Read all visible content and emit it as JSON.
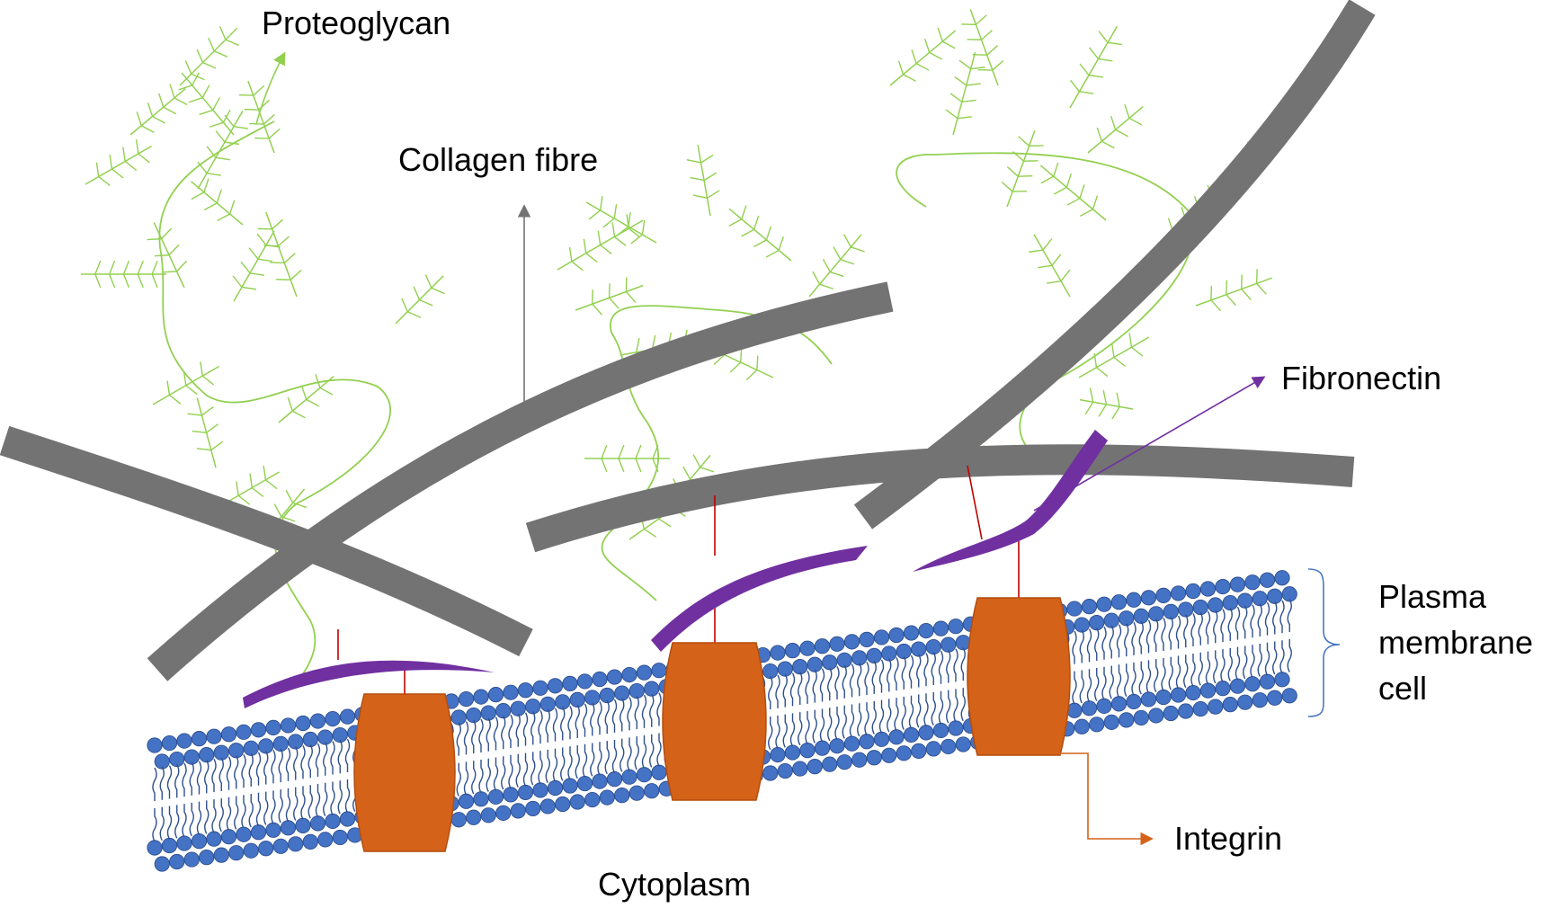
{
  "labels": {
    "proteoglycan": "Proteoglycan",
    "collagen": "Collagen fibre",
    "fibronectin": "Fibronectin",
    "membrane_line1": "Plasma",
    "membrane_line2": "membrane",
    "membrane_line3": "cell",
    "integrin": "Integrin",
    "cytoplasm": "Cytoplasm"
  },
  "colors": {
    "collagen": "#737373",
    "proteoglycan": "#92d050",
    "fibronectin": "#7030a0",
    "integrin": "#d46219",
    "lipid_head": "#4472c4",
    "lipid_tail": "#2f4f8f",
    "tether": "#c00000",
    "bracket": "#4a78c0"
  }
}
